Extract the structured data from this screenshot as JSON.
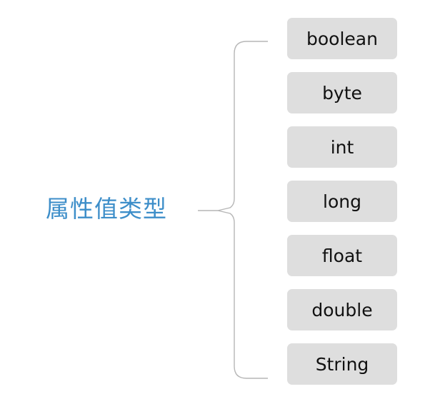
{
  "title": "属性值类型",
  "types": [
    {
      "label": "boolean"
    },
    {
      "label": "byte"
    },
    {
      "label": "int"
    },
    {
      "label": "long"
    },
    {
      "label": "float"
    },
    {
      "label": "double"
    },
    {
      "label": "String"
    }
  ],
  "colors": {
    "title": "#3d8ec9",
    "box_fill": "#dedede",
    "brace": "#b6b6b6"
  }
}
